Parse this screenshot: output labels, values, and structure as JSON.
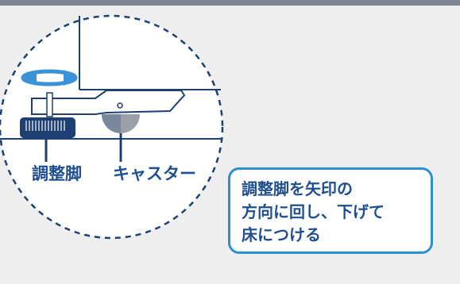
{
  "labels": {
    "adjuster_foot": "調整脚",
    "caster": "キャスター"
  },
  "callout": {
    "lines": [
      "調整脚を矢印の",
      "方向に回し、下げて",
      "床につける"
    ]
  },
  "colors": {
    "background": "#eeeeee",
    "top_bar": "#7c8591",
    "line_art": "#1d3f72",
    "label_text": "#1f4f8f",
    "callout_border": "#2c8fd0",
    "rotation_arrow": "#3a93d6",
    "shadow": "#9aa0a8"
  }
}
